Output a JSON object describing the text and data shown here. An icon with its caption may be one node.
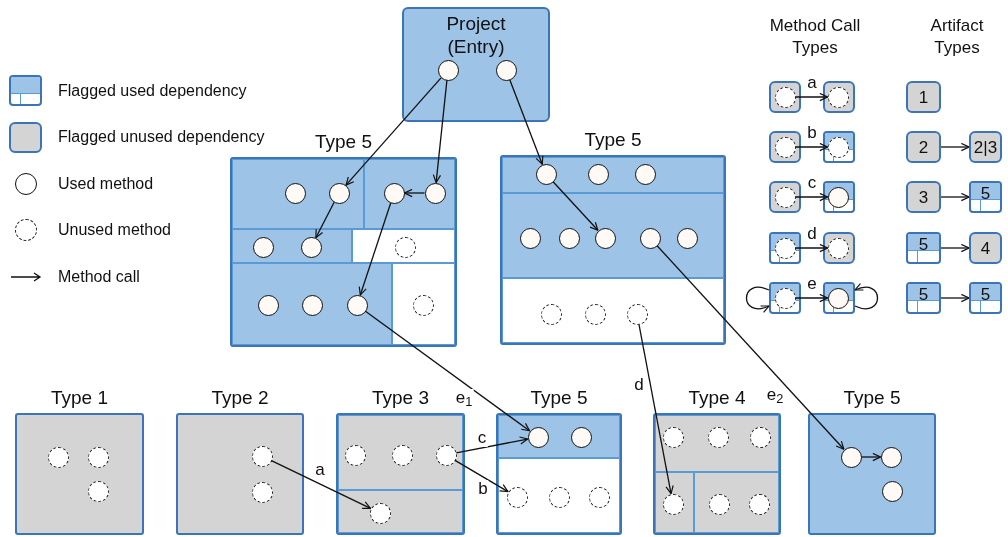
{
  "diagram": {
    "nodes": [
      {
        "text": [
          "Project (Entry)"
        ]
      },
      {
        "text": [],
        "shape": "circle",
        "in": 0
      },
      {
        "text": [],
        "shape": "circle",
        "in": 0
      },
      {
        "text": [
          "Type 5"
        ]
      },
      {
        "text": [],
        "shape": "box",
        "in": 3
      },
      {
        "text": [],
        "shape": "circle",
        "in": 4
      },
      {
        "text": [],
        "shape": "circle",
        "in": 4
      },
      {
        "text": [],
        "shape": "box",
        "in": 3
      },
      {
        "text": [],
        "shape": "circle",
        "in": 7
      },
      {
        "text": [],
        "shape": "circle",
        "in": 7
      },
      {
        "text": [],
        "shape": "box",
        "in": 3
      },
      {
        "text": [],
        "shape": "circle",
        "in": 10
      },
      {
        "text": [],
        "shape": "circle",
        "in": 10
      },
      {
        "text": [],
        "shape": "box",
        "in": 3
      },
      {
        "text": [],
        "shape": "circle",
        "in": 13
      },
      {
        "text": [],
        "shape": "box",
        "in": 3
      },
      {
        "text": [],
        "shape": "circle",
        "in": 15
      },
      {
        "text": [],
        "shape": "circle",
        "in": 15
      },
      {
        "text": [],
        "shape": "circle",
        "in": 15
      },
      {
        "text": [],
        "shape": "box",
        "in": 3
      },
      {
        "text": [],
        "shape": "circle",
        "in": 19
      },
      {
        "text": [
          "Type 5"
        ]
      },
      {
        "text": [],
        "shape": "box",
        "in": 21
      },
      {
        "text": [],
        "shape": "circle",
        "in": 22
      },
      {
        "text": [],
        "shape": "circle",
        "in": 22
      },
      {
        "text": [],
        "shape": "circle",
        "in": 22
      },
      {
        "text": [],
        "shape": "box",
        "in": 21
      },
      {
        "text": [],
        "shape": "circle",
        "in": 26
      },
      {
        "text": [],
        "shape": "circle",
        "in": 26
      },
      {
        "text": [],
        "shape": "circle",
        "in": 26
      },
      {
        "text": [],
        "shape": "circle",
        "in": 26
      },
      {
        "text": [],
        "shape": "circle",
        "in": 26
      },
      {
        "text": [],
        "shape": "box",
        "in": 21
      },
      {
        "text": [],
        "shape": "circle",
        "in": 32
      },
      {
        "text": [],
        "shape": "circle",
        "in": 32
      },
      {
        "text": [],
        "shape": "circle",
        "in": 32
      },
      {
        "text": [
          "Type 1"
        ]
      },
      {
        "text": [],
        "shape": "circle",
        "in": 36
      },
      {
        "text": [],
        "shape": "circle",
        "in": 36
      },
      {
        "text": [],
        "shape": "circle",
        "in": 36
      },
      {
        "text": [
          "Type 2"
        ]
      },
      {
        "text": [],
        "shape": "circle",
        "in": 40
      },
      {
        "text": [],
        "shape": "circle",
        "in": 40
      },
      {
        "text": [
          "Type 3"
        ]
      },
      {
        "text": [],
        "shape": "box",
        "in": 43
      },
      {
        "text": [],
        "shape": "circle",
        "in": 44
      },
      {
        "text": [],
        "shape": "circle",
        "in": 44
      },
      {
        "text": [],
        "shape": "circle",
        "in": 44
      },
      {
        "text": [],
        "shape": "box",
        "in": 43
      },
      {
        "text": [],
        "shape": "circle",
        "in": 48
      },
      {
        "text": [
          "Type 5"
        ]
      },
      {
        "text": [],
        "shape": "box",
        "in": 50
      },
      {
        "text": [],
        "shape": "circle",
        "in": 51
      },
      {
        "text": [],
        "shape": "circle",
        "in": 51
      },
      {
        "text": [],
        "shape": "box",
        "in": 50
      },
      {
        "text": [],
        "shape": "circle",
        "in": 54
      },
      {
        "text": [],
        "shape": "circle",
        "in": 54
      },
      {
        "text": [],
        "shape": "circle",
        "in": 54
      },
      {
        "text": [
          "Type 4"
        ]
      },
      {
        "text": [],
        "shape": "box",
        "in": 58
      },
      {
        "text": [],
        "shape": "circle",
        "in": 59
      },
      {
        "text": [],
        "shape": "circle",
        "in": 59
      },
      {
        "text": [],
        "shape": "circle",
        "in": 59
      },
      {
        "text": [],
        "shape": "box",
        "in": 58
      },
      {
        "text": [],
        "shape": "circle",
        "in": 63
      },
      {
        "text": [],
        "shape": "box",
        "in": 58
      },
      {
        "text": [],
        "shape": "circle",
        "in": 65
      },
      {
        "text": [],
        "shape": "circle",
        "in": 65
      },
      {
        "text": [
          "Type 5"
        ]
      },
      {
        "text": [],
        "shape": "circle",
        "in": 68
      },
      {
        "text": [],
        "shape": "circle",
        "in": 68
      },
      {
        "text": [],
        "shape": "circle",
        "in": 68
      },
      {
        "text": [],
        "shape": "box"
      },
      {
        "text": [],
        "shape": "circle",
        "in": 72
      },
      {
        "text": [],
        "shape": "box"
      },
      {
        "text": [],
        "shape": "circle",
        "in": 74
      },
      {
        "text": [],
        "shape": "box"
      },
      {
        "text": [],
        "shape": "circle",
        "in": 76
      },
      {
        "text": [],
        "shape": "box"
      },
      {
        "text": [],
        "shape": "circle",
        "in": 78
      },
      {
        "text": [],
        "shape": "box"
      },
      {
        "text": [],
        "shape": "circle",
        "in": 80
      },
      {
        "text": [],
        "shape": "box"
      },
      {
        "text": [],
        "shape": "circle",
        "in": 82
      },
      {
        "text": [],
        "shape": "box"
      },
      {
        "text": [],
        "shape": "circle",
        "in": 84
      },
      {
        "text": [],
        "shape": "box"
      },
      {
        "text": [],
        "shape": "circle",
        "in": 86
      },
      {
        "text": [],
        "shape": "box"
      },
      {
        "text": [],
        "shape": "circle",
        "in": 88
      },
      {
        "text": [],
        "shape": "box"
      },
      {
        "text": [],
        "shape": "circle",
        "in": 90
      },
      {
        "text": [
          "1"
        ]
      },
      {
        "text": [
          "2"
        ]
      },
      {
        "text": [
          "2|3"
        ]
      },
      {
        "text": [
          "3"
        ]
      },
      {
        "text": [
          "5"
        ]
      },
      {
        "text": [
          "5"
        ]
      },
      {
        "text": [
          "4"
        ]
      },
      {
        "text": [
          "5"
        ]
      },
      {
        "text": [
          "5"
        ]
      }
    ],
    "edges": [
      {
        "from": 1,
        "to": 6,
        "arrow": "to"
      },
      {
        "from": 1,
        "to": 9,
        "arrow": "to"
      },
      {
        "from": 2,
        "to": 23,
        "arrow": "to"
      },
      {
        "from": 9,
        "to": 8,
        "arrow": "to"
      },
      {
        "from": 6,
        "to": 12,
        "arrow": "to"
      },
      {
        "from": 8,
        "to": 18,
        "arrow": "to"
      },
      {
        "from": 18,
        "to": 52,
        "arrow": "to",
        "label": "e$_{1}$"
      },
      {
        "from": 23,
        "to": 29,
        "arrow": "to"
      },
      {
        "from": 30,
        "to": 69,
        "arrow": "to",
        "label": "e$_{2}$"
      },
      {
        "from": 35,
        "to": 64,
        "arrow": "to",
        "label": "d"
      },
      {
        "from": 41,
        "to": 49,
        "arrow": "to",
        "label": "a"
      },
      {
        "from": 47,
        "to": 52,
        "arrow": "to",
        "label": "c"
      },
      {
        "from": 47,
        "to": 55,
        "arrow": "to",
        "label": "b"
      },
      {
        "from": 69,
        "to": 70,
        "arrow": "to"
      },
      {
        "from": 73,
        "to": 75,
        "arrow": "to",
        "label": "a"
      },
      {
        "from": 77,
        "to": 79,
        "arrow": "to",
        "label": "b"
      },
      {
        "from": 81,
        "to": 83,
        "arrow": "to",
        "label": "c"
      },
      {
        "from": 85,
        "to": 87,
        "arrow": "to",
        "label": "d"
      },
      {
        "from": 89,
        "to": 91,
        "arrow": "to",
        "label": "e"
      },
      {
        "from": 89,
        "to": 89,
        "arrow": "to"
      },
      {
        "from": 91,
        "to": 91,
        "arrow": "to"
      },
      {
        "from": 93,
        "to": 94,
        "arrow": "to"
      },
      {
        "from": 95,
        "to": 96,
        "arrow": "to"
      },
      {
        "from": 97,
        "to": 98,
        "arrow": "to"
      },
      {
        "from": 99,
        "to": 100,
        "arrow": "to"
      }
    ],
    "labels": [
      "Method Call Types",
      "Artifact Types"
    ],
    "legend": [
      {
        "text": "Flagged used dependency"
      },
      {
        "text": "Flagged unused dependency",
        "color": "#d4d4d4"
      },
      {
        "text": "Used method"
      },
      {
        "text": "Unused method"
      },
      {
        "text": "Method call"
      }
    ]
  }
}
